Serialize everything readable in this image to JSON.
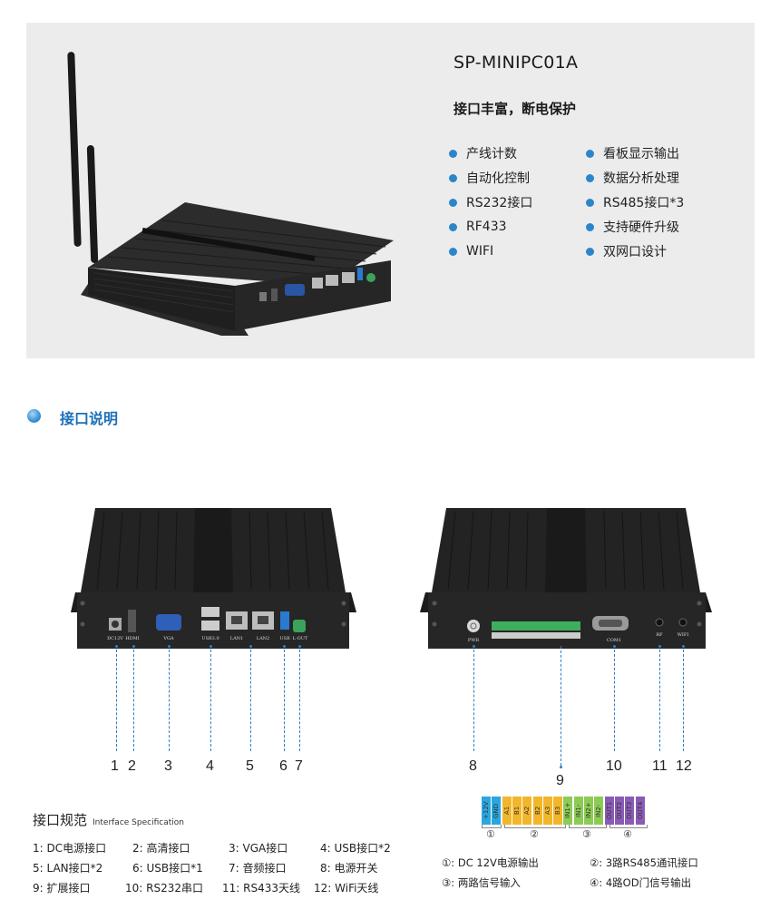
{
  "product": {
    "name": "SP-MINIPC01A",
    "tagline": "接口丰富，断电保护",
    "features_left": [
      "产线计数",
      "自动化控制",
      "RS232接口",
      "RF433",
      "WIFI"
    ],
    "features_right": [
      "看板显示输出",
      "数据分析处理",
      "RS485接口*3",
      "支持硬件升级",
      "双网口设计"
    ]
  },
  "section": {
    "title": "接口说明"
  },
  "front_panel": {
    "port_labels": [
      "DC12V",
      "HDMI",
      "VGA",
      "USB3.0",
      "LAN1",
      "LAN2",
      "USB",
      "L-OUT"
    ],
    "callouts": [
      "1",
      "2",
      "3",
      "4",
      "5",
      "6",
      "7"
    ]
  },
  "rear_panel": {
    "port_labels": [
      "PWR",
      "COM1",
      "RF",
      "WIFI"
    ],
    "callouts": [
      "8",
      "9",
      "10",
      "11",
      "12"
    ]
  },
  "spec": {
    "title": "接口规范",
    "subtitle": "Interface Specification",
    "items": [
      "1: DC电源接口",
      "2: 高清接口",
      "3: VGA接口",
      "4: USB接口*2",
      "5: LAN接口*2",
      "6: USB接口*1",
      "7: 音频接口",
      "8: 电源开关",
      "9: 扩展接口",
      "10: RS232串口",
      "11: RS433天线",
      "12: WiFi天线"
    ]
  },
  "terminal": {
    "pins": [
      {
        "label": "+12V",
        "color": "#2aa6df"
      },
      {
        "label": "GND",
        "color": "#2aa6df"
      },
      {
        "label": "A1",
        "color": "#f2b62a"
      },
      {
        "label": "B1",
        "color": "#f2b62a"
      },
      {
        "label": "A2",
        "color": "#f2b62a"
      },
      {
        "label": "B2",
        "color": "#f2b62a"
      },
      {
        "label": "A3",
        "color": "#f2b62a"
      },
      {
        "label": "B3",
        "color": "#f2b62a"
      },
      {
        "label": "IN1+",
        "color": "#8ccc55"
      },
      {
        "label": "IN1-",
        "color": "#8ccc55"
      },
      {
        "label": "IN2+",
        "color": "#8ccc55"
      },
      {
        "label": "IN2-",
        "color": "#8ccc55"
      },
      {
        "label": "OUT1",
        "color": "#8a5bb6"
      },
      {
        "label": "OUT2",
        "color": "#8a5bb6"
      },
      {
        "label": "OUT3",
        "color": "#8a5bb6"
      },
      {
        "label": "OUT4",
        "color": "#8a5bb6"
      }
    ],
    "groups": [
      "①",
      "②",
      "③",
      "④"
    ],
    "legend": [
      "①: DC 12V电源输出",
      "②: 3路RS485通讯接口",
      "③: 两路信号输入",
      "④: 4路OD门信号输出"
    ]
  },
  "colors": {
    "accent": "#2a86c9",
    "hero_bg": "#ececec",
    "title_blue": "#1d6fb9"
  }
}
